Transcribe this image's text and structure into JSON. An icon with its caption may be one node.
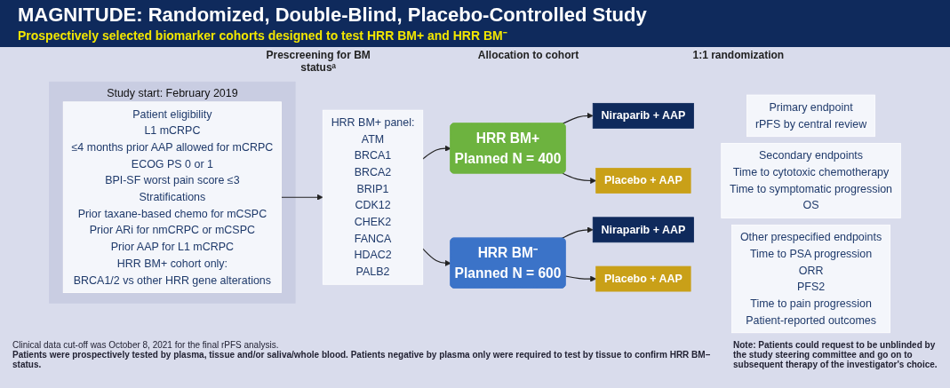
{
  "diagram": {
    "title": "MAGNITUDE: Randomized, Double-Blind, Placebo-Controlled Study",
    "nodes": [
      {
        "text": [
          "Study start: February 2019"
        ]
      },
      {
        "text": [
          "Patient eligibility",
          "L1 mCRPC",
          "≤4 months prior AAP allowed for mCRPC",
          "ECOG PS 0 or 1",
          "BPI-SF worst pain score ≤3",
          "Stratifications",
          "Prior taxane-based chemo for mCSPC",
          "Prior ARi for nmCRPC or mCSPC",
          "Prior AAP for L1 mCRPC",
          "HRR BM+ cohort only:",
          "BRCA1/2 vs other HRR gene alterations"
        ],
        "in": 0
      },
      {
        "text": [
          "HRR BM+ panel:",
          "ATM",
          "BRCA1",
          "BRCA2",
          "BRIP1",
          "CDK12",
          "CHEK2",
          "FANCA",
          "HDAC2",
          "PALB2"
        ]
      },
      {
        "text": [
          "HRR BM+",
          "Planned N = 400"
        ]
      },
      {
        "text": [
          "HRR BM⁻",
          "Planned N = 600"
        ]
      },
      {
        "text": [
          "Niraparib + AAP"
        ]
      },
      {
        "text": [
          "Placebo + AAP"
        ]
      },
      {
        "text": [
          "Niraparib + AAP"
        ]
      },
      {
        "text": [
          "Placebo + AAP"
        ]
      },
      {
        "text": [
          "Primary endpoint",
          "rPFS by central review"
        ]
      },
      {
        "text": [
          "Secondary endpoints",
          "Time to cytotoxic chemotherapy",
          "Time to symptomatic progression",
          "OS"
        ]
      },
      {
        "text": [
          "Other prespecified endpoints",
          "Time to PSA progression",
          "ORR",
          "PFS2",
          "Time to pain progression",
          "Patient-reported outcomes"
        ]
      }
    ],
    "edges": [
      {
        "from": 1,
        "to": 2,
        "arrow": "to"
      },
      {
        "from": 2,
        "to": 3,
        "arrow": "to"
      },
      {
        "from": 2,
        "to": 4,
        "arrow": "to"
      },
      {
        "from": 3,
        "to": 5,
        "arrow": "to"
      },
      {
        "from": 3,
        "to": 6,
        "arrow": "to"
      },
      {
        "from": 4,
        "to": 7,
        "arrow": "to"
      },
      {
        "from": 4,
        "to": 8,
        "arrow": "to"
      }
    ],
    "labels": [
      "Prospectively selected biomarker cohorts designed to test HRR BM+ and HRR BM⁻",
      "Prescreening for BM statusᵃ",
      "Allocation to cohort",
      "1:1 randomization",
      "Clinical data cut-off was October 8, 2021 for the final rPFS analysis.",
      "Patients were prospectively tested by plasma, tissue and/or saliva/whole blood. Patients negative by plasma only were required to test by tissue to confirm HRR BM– status.",
      "Note: Patients could request to be unblinded by the study steering committee and go on to subsequent therapy of the investigator's choice."
    ]
  }
}
